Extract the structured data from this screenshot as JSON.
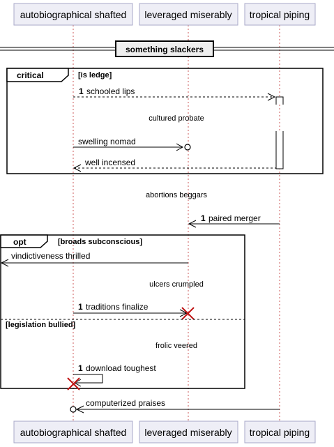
{
  "participants": [
    {
      "id": "p1",
      "label": "autobiographical shafted"
    },
    {
      "id": "p2",
      "label": "leveraged miserably"
    },
    {
      "id": "p3",
      "label": "tropical piping"
    }
  ],
  "divider": {
    "label": "something slackers"
  },
  "critical_frame": {
    "keyword": "critical",
    "guard": "[is ledge]",
    "messages": [
      {
        "num": "1",
        "text": "schooled lips"
      },
      {
        "text": "swelling nomad"
      },
      {
        "text": "well incensed"
      }
    ],
    "delay": "cultured probate"
  },
  "delay_mid": "abortions beggars",
  "paired_merger": {
    "num": "1",
    "text": "paired merger"
  },
  "opt_frame": {
    "keyword": "opt",
    "guard": "[broads subconscious]",
    "messages": [
      {
        "text": "vindictiveness thrilled"
      },
      {
        "num": "1",
        "text": "traditions finalize"
      },
      {
        "num": "1",
        "text": "download toughest"
      }
    ],
    "delay1": "ulcers crumpled",
    "else_guard": "[legislation bullied]",
    "delay2": "frolic veered"
  },
  "final_message": {
    "text": "computerized praises"
  }
}
